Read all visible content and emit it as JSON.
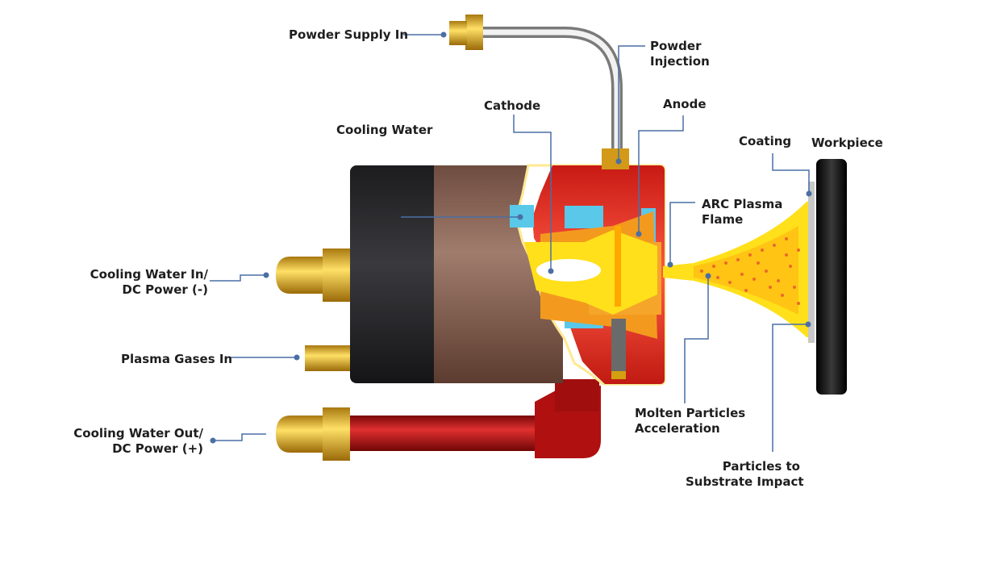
{
  "labels": {
    "powder_supply_in": "Powder Supply In",
    "powder_injection_1": "Powder",
    "powder_injection_2": "Injection",
    "cathode": "Cathode",
    "anode": "Anode",
    "cooling_water": "Cooling Water",
    "coating": "Coating",
    "workpiece": "Workpiece",
    "arc_plasma_1": "ARC Plasma",
    "arc_plasma_2": "Flame",
    "cooling_water_in_1": "Cooling Water In/",
    "cooling_water_in_2": "DC Power (-)",
    "plasma_gases_in": "Plasma Gases In",
    "cooling_water_out_1": "Cooling Water Out/",
    "cooling_water_out_2": "DC Power (+)",
    "molten_particles_1": "Molten Particles",
    "molten_particles_2": "Acceleration",
    "particles_impact_1": "Particles to",
    "particles_impact_2": "Substrate Impact"
  },
  "colors": {
    "leader_line": "#4a6fa5",
    "body_dark": "#2c2c2e",
    "body_copper": "#8a6454",
    "nozzle_red": "#e52a22",
    "cooling_channel": "#5ac8e8",
    "electrode_orange": "#f39a1e",
    "plasma_yellow": "#ffe01a",
    "fitting_gold": "#e2b01a",
    "hose_red": "#c01818",
    "workpiece_black": "#151515"
  }
}
